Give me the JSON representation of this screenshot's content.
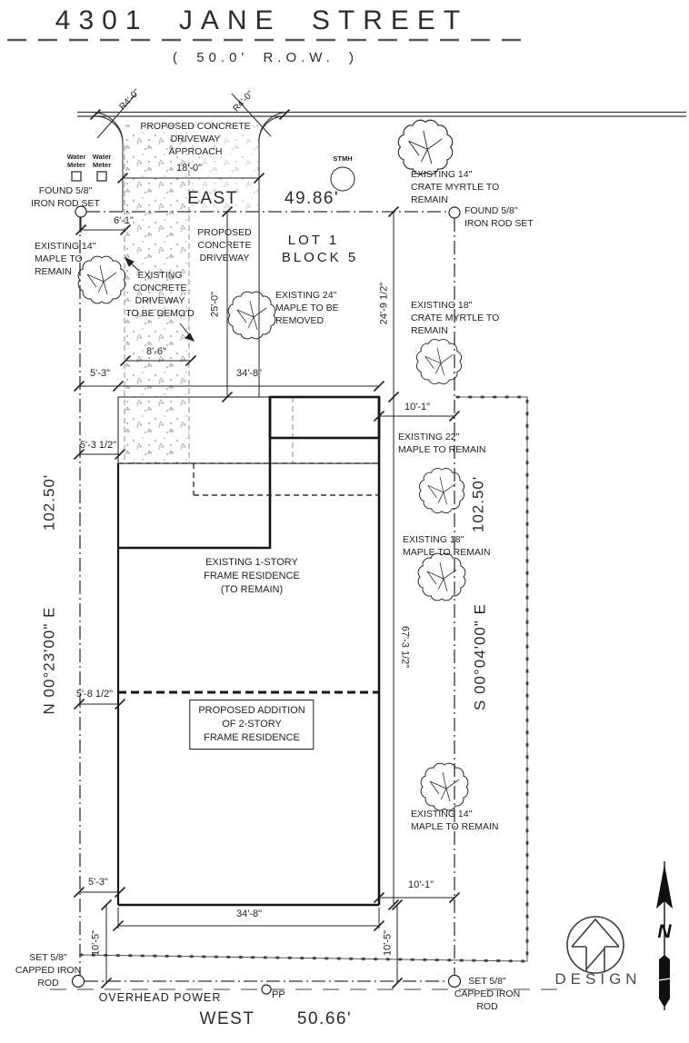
{
  "title": {
    "street_name": "4301 JANE STREET",
    "row": "( 50.0' R.O.W. )"
  },
  "boundaries": {
    "north": {
      "direction": "EAST",
      "length": "49.86'"
    },
    "south": {
      "direction": "WEST",
      "length": "50.66'"
    },
    "west": {
      "bearing": "N 00°23'00\" E",
      "length": "102.50'"
    },
    "east": {
      "bearing": "S 00°04'00\" E",
      "length": "102.50'"
    }
  },
  "lot": {
    "lot_label": "LOT 1",
    "block_label": "BLOCK 5"
  },
  "monuments": {
    "found_nw": "FOUND 5/8\"\nIRON ROD SET",
    "found_ne": "FOUND 5/8\"\nIRON ROD SET",
    "set_sw": "SET 5/8\"\nCAPPED IRON\nROD",
    "set_se": "SET 5/8\"\nCAPPED IRON\nROD"
  },
  "utilities": {
    "water_meter_left": "Water\nMeter",
    "water_meter_right": "Water\nMeter",
    "storm_manhole": "STMH",
    "overhead_power": "OVERHEAD POWER",
    "power_pole": "PP"
  },
  "driveway": {
    "approach": "PROPOSED CONCRETE\nDRIVEWAY\nAPPROACH",
    "proposed": "PROPOSED\nCONCRETE\nDRIVEWAY",
    "existing_demo": "EXISTING\nCONCRETE\nDRIVEWAY\nTO BE DEMO'D",
    "radius_left": "R4'-0\"",
    "radius_right": "R4'-0\""
  },
  "buildings": {
    "residence": "EXISTING 1-STORY\nFRAME RESIDENCE\n(TO REMAIN)",
    "addition": "PROPOSED ADDITION\nOF 2-STORY\nFRAME RESIDENCE"
  },
  "trees": {
    "maple_14_west": "EXISTING 14\"\nMAPLE TO\nREMAIN",
    "maple_24_removed": "EXISTING 24\"\nMAPLE TO BE\nREMOVED",
    "crate_myrtle_14": "EXISTING 14\"\nCRATE MYRTLE TO\nREMAIN",
    "crate_myrtle_18": "EXISTING 18\"\nCRATE MYRTLE TO\nREMAIN",
    "maple_22": "EXISTING 22\"\nMAPLE TO REMAIN",
    "maple_18": "EXISTING 18\"\nMAPLE TO REMAIN",
    "maple_14_south": "EXISTING 14\"\nMAPLE TO REMAIN"
  },
  "dimensions": {
    "approach_width": "18'-0\"",
    "rod_to_drive": "6'-1\"",
    "drive_width": "8'-6\"",
    "drive_depth": "25'-0\"",
    "front_setback_east": "24'-9 1/2\"",
    "side_front": "5'-3\"",
    "house_width_front": "34'-8\"",
    "side_east_front": "10'-1\"",
    "side_mid": "5'-3 1/2\"",
    "side_addition": "5'-8 1/2\"",
    "house_depth": "67'-3 1/2\"",
    "side_rear": "5'-3\"",
    "house_width_rear": "34'-8\"",
    "side_east_rear": "10'-1\"",
    "rear_setback_west": "10'-5\"",
    "rear_setback_east": "10'-5\""
  },
  "logo": {
    "brand": "DESIGN"
  },
  "north_arrow": {
    "label": "N"
  },
  "colors": {
    "ink": "#1c1c1c",
    "muted": "#555555",
    "stipple": "#8a8a8a"
  }
}
